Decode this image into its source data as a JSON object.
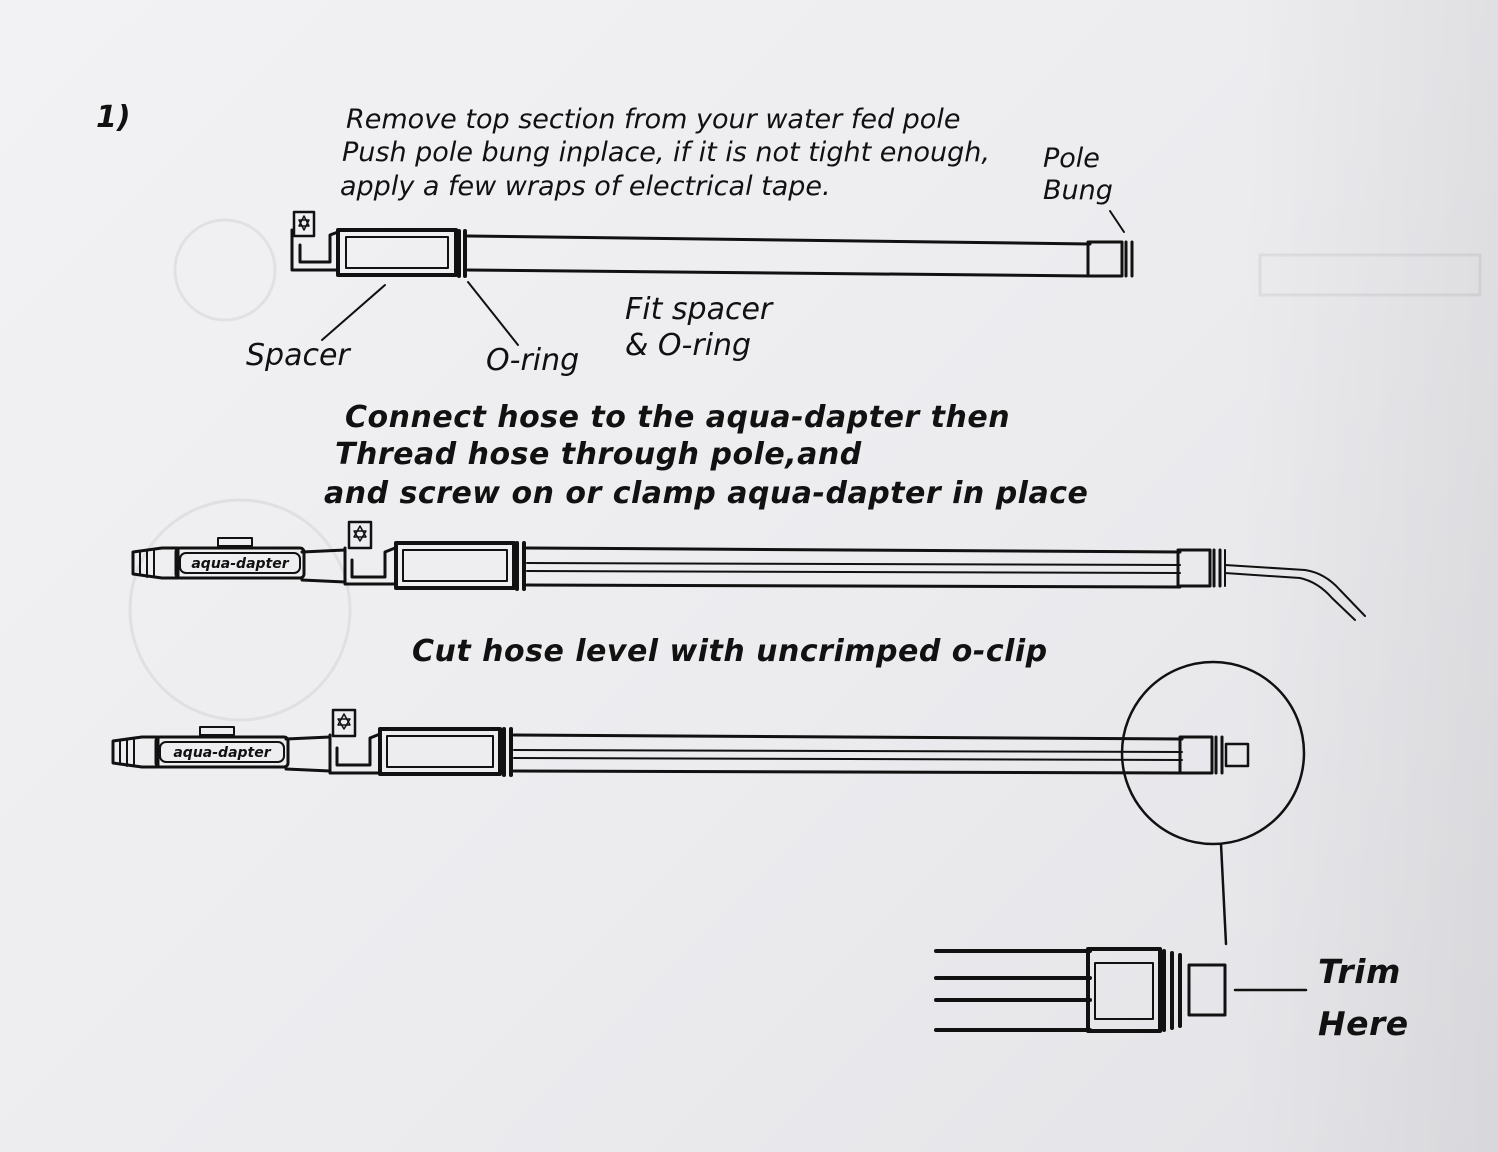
{
  "step_number": "1)",
  "instructions": {
    "line1": "Remove top section from your water fed pole",
    "line2": "Push pole bung inplace, if it is not tight enough,",
    "line3": "apply a few wraps of electrical tape."
  },
  "labels": {
    "pole": "Pole",
    "bung": "Bung",
    "spacer": "Spacer",
    "oring": "O-ring",
    "fit_spacer_1": "Fit spacer",
    "fit_spacer_2": "& O-ring",
    "trim": "Trim",
    "here": "Here",
    "adapter_brand": "aqua-dapter"
  },
  "headings": {
    "connect_1": "Connect hose to the aqua-dapter then",
    "connect_2": "Thread hose through pole,and",
    "connect_3": "and screw on or clamp aqua-dapter in place",
    "cut": "Cut hose level with uncrimped o-clip"
  }
}
